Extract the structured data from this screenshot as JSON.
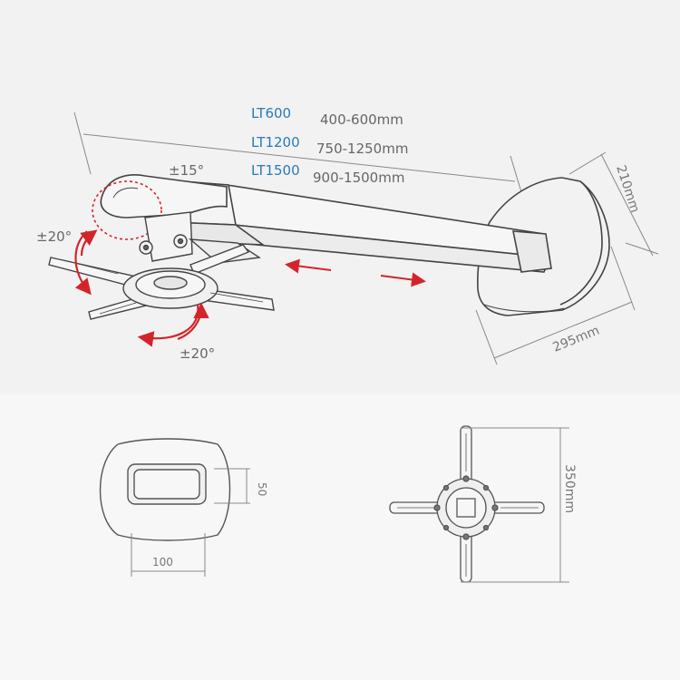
{
  "models": [
    {
      "name": "LT600",
      "range": "400-600mm"
    },
    {
      "name": "LT1200",
      "range": "750-1250mm"
    },
    {
      "name": "LT1500",
      "range": "900-1500mm"
    }
  ],
  "angles": {
    "tilt": "±15°",
    "swivel_left": "±20°",
    "rotate_bottom": "±20°"
  },
  "dimensions": {
    "plate_height": "210mm",
    "plate_depth": "295mm",
    "base_width": "100",
    "base_height": "50",
    "bracket_span": "350mm"
  },
  "colors": {
    "accent_red": "#d4242b",
    "model_blue": "#2a7ab8",
    "line": "#555555"
  }
}
